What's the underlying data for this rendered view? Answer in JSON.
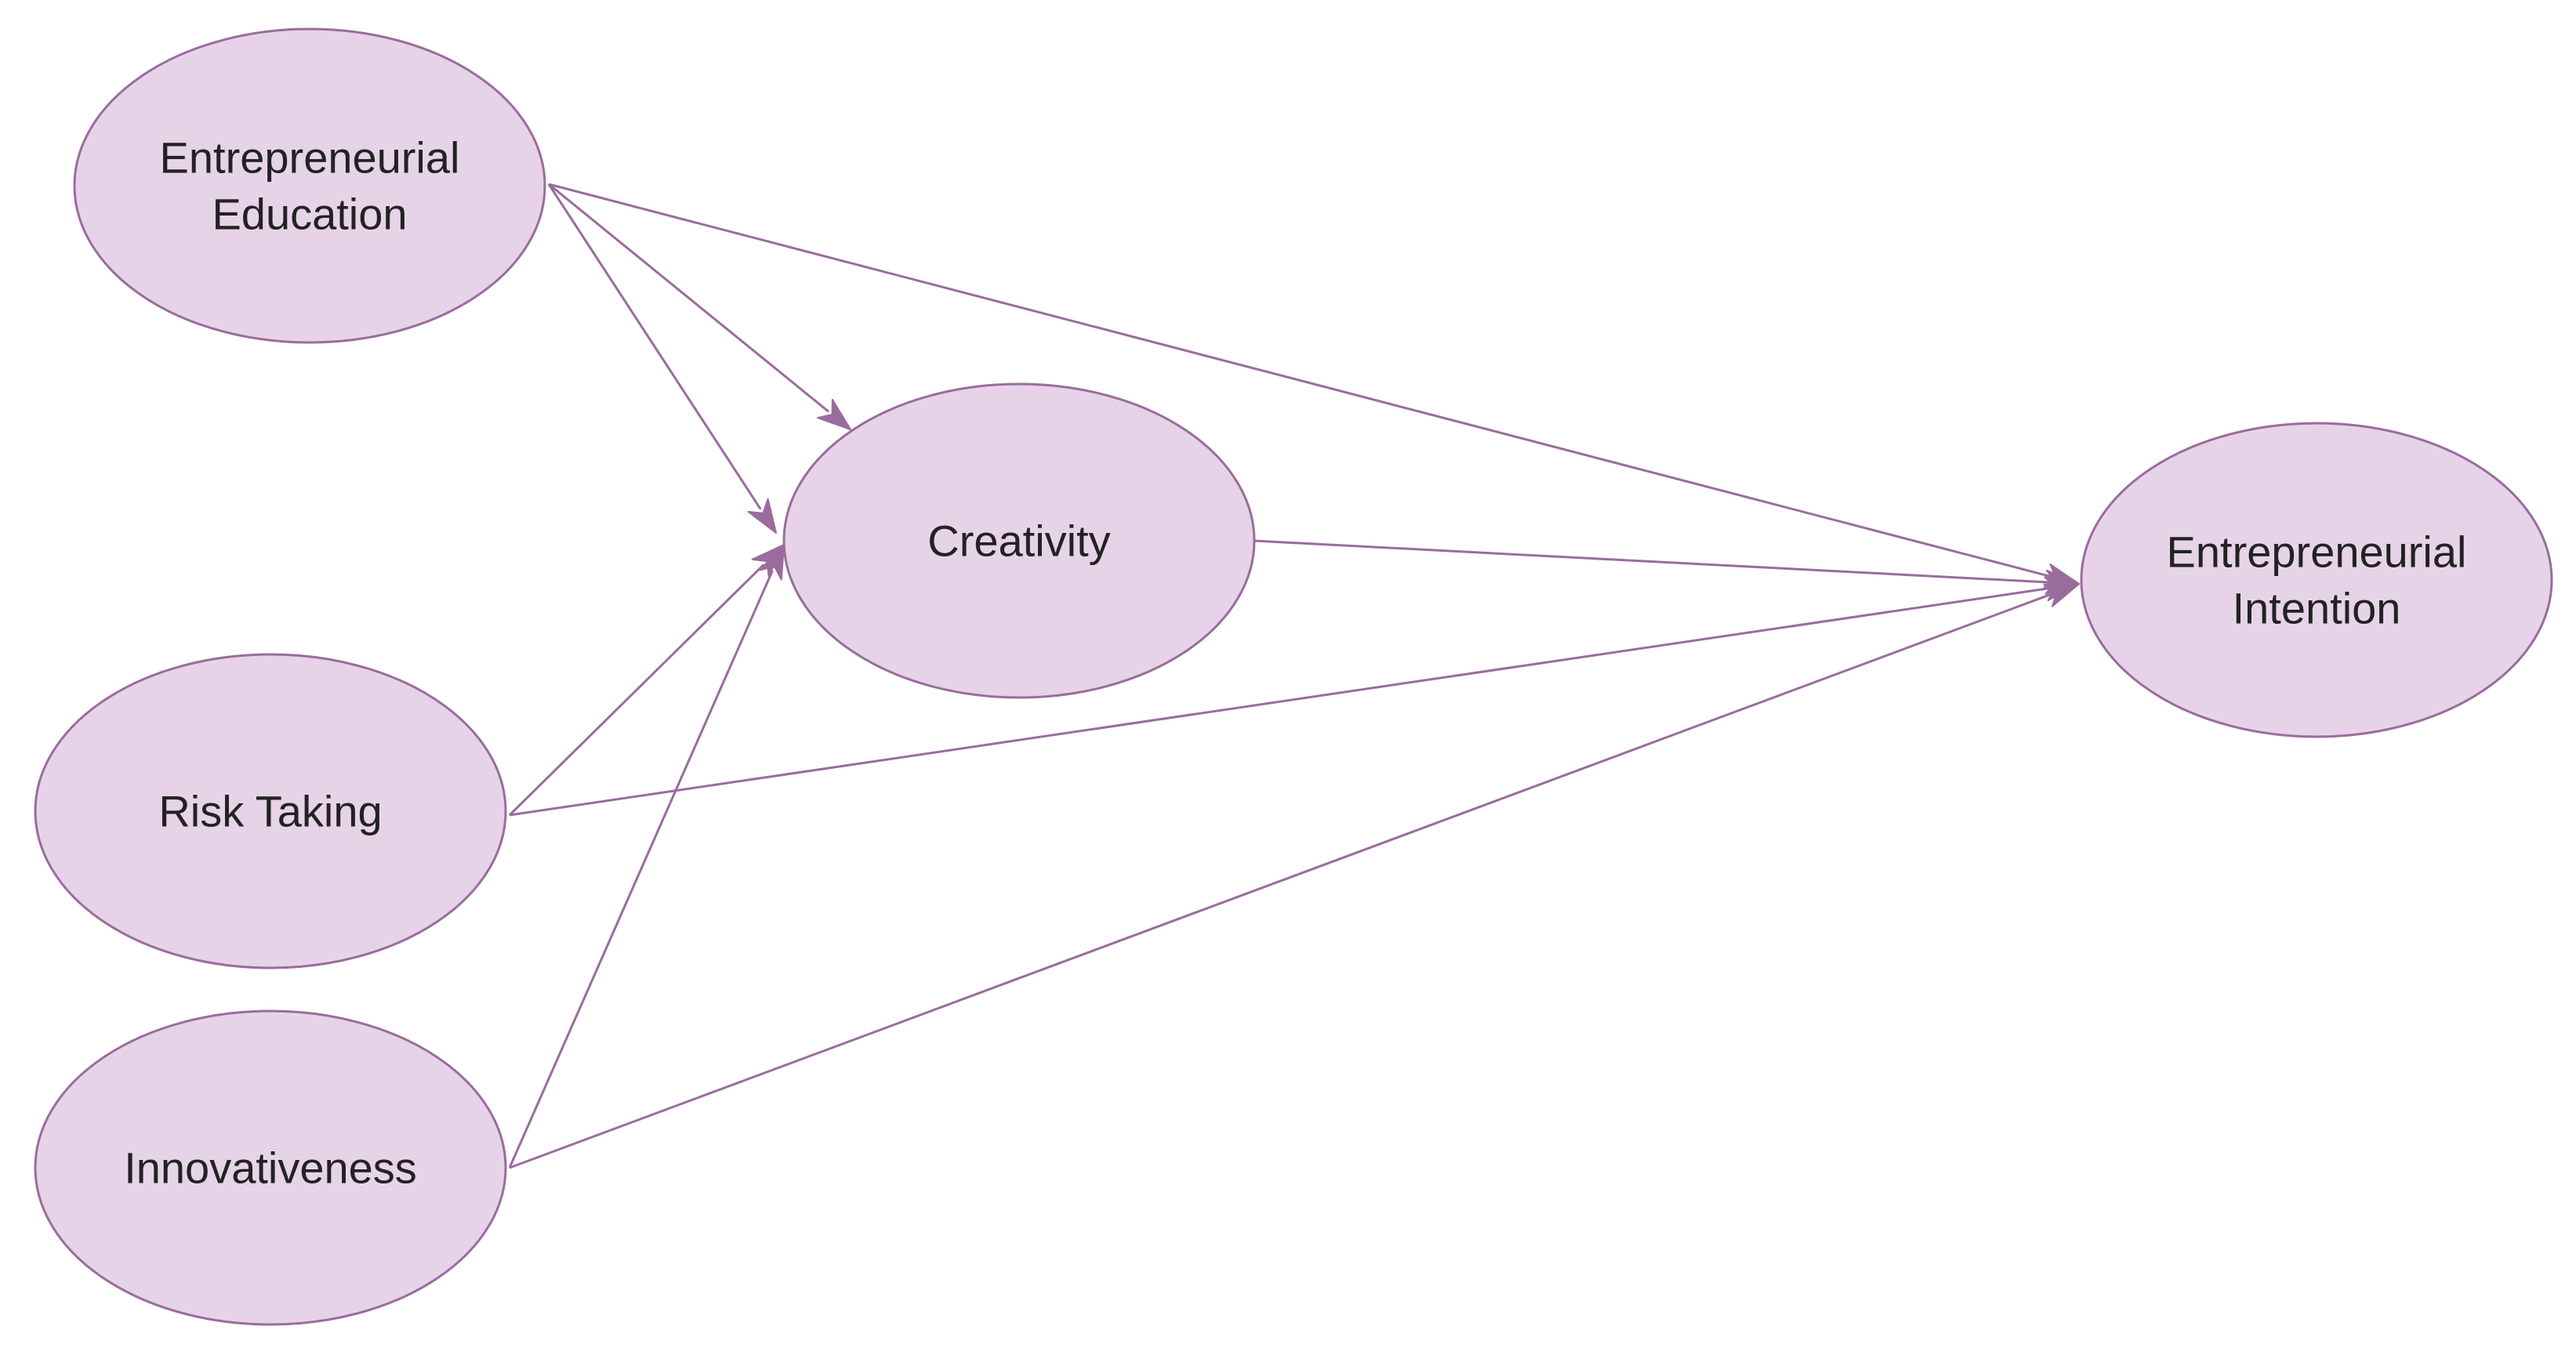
{
  "diagram": {
    "nodes": [
      {
        "id": "entrepreneurial-education",
        "label_lines": [
          "Entrepreneurial",
          "Education"
        ]
      },
      {
        "id": "creativity",
        "label_lines": [
          "Creativity"
        ]
      },
      {
        "id": "risk-taking",
        "label_lines": [
          "Risk Taking"
        ]
      },
      {
        "id": "innovativeness",
        "label_lines": [
          "Innovativeness"
        ]
      },
      {
        "id": "entrepreneurial-intention",
        "label_lines": [
          "Entrepreneurial",
          "Intention"
        ]
      }
    ],
    "edges": [
      {
        "from": "entrepreneurial-education",
        "to": "creativity"
      },
      {
        "from": "entrepreneurial-education",
        "to": "creativity"
      },
      {
        "from": "entrepreneurial-education",
        "to": "entrepreneurial-intention"
      },
      {
        "from": "creativity",
        "to": "entrepreneurial-intention"
      },
      {
        "from": "risk-taking",
        "to": "creativity"
      },
      {
        "from": "risk-taking",
        "to": "entrepreneurial-intention"
      },
      {
        "from": "innovativeness",
        "to": "creativity"
      },
      {
        "from": "innovativeness",
        "to": "entrepreneurial-intention"
      }
    ],
    "colors": {
      "node_fill": "#e7d3e8",
      "node_stroke": "#9a6c9d",
      "edge": "#9a6c9d",
      "text": "#222222"
    }
  }
}
